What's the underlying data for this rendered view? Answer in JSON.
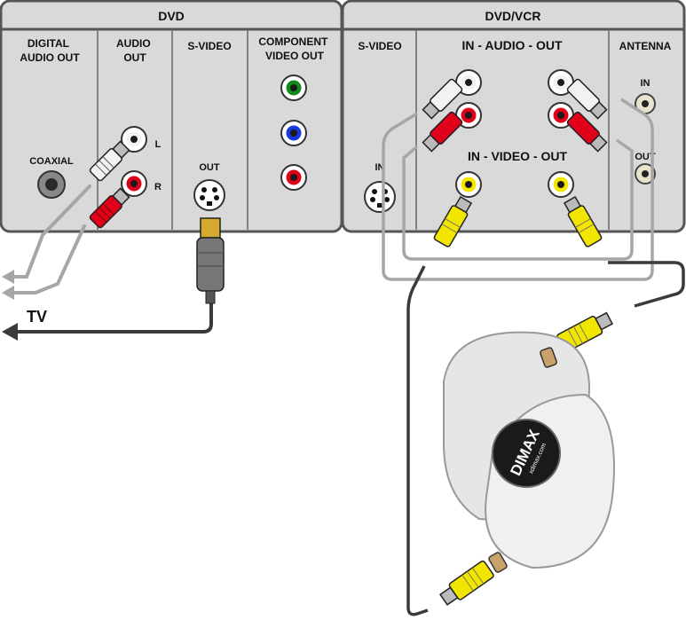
{
  "dvd": {
    "title": "DVD",
    "digital_audio_out": [
      "DIGITAL",
      "AUDIO OUT"
    ],
    "audio_out": [
      "AUDIO",
      "OUT"
    ],
    "svideo": "S-VIDEO",
    "component": [
      "COMPONENT",
      "VIDEO OUT"
    ],
    "coaxial": "COAXIAL",
    "left": "L",
    "right": "R",
    "out": "OUT"
  },
  "vcr": {
    "title": "DVD/VCR",
    "svideo": "S-VIDEO",
    "audio_header": "IN - AUDIO - OUT",
    "video_header": "IN - VIDEO - OUT",
    "antenna": "ANTENNA",
    "svideo_in": "IN",
    "antenna_in": "IN",
    "antenna_out": "OUT"
  },
  "tv_label": "TV",
  "device": {
    "brand": "DIMAX",
    "url": "xdimax.com"
  },
  "colors": {
    "panel": "#d9d9d9",
    "border": "#555555",
    "white_plug": "#f2f2f2",
    "red_plug": "#e0001a",
    "yellow_plug": "#f2e600",
    "green_jack": "#138a1e",
    "blue_jack": "#1538d8",
    "red_jack": "#e0001a",
    "cable_gray": "#a6a6a6",
    "cable_dark": "#3a3a3a"
  }
}
